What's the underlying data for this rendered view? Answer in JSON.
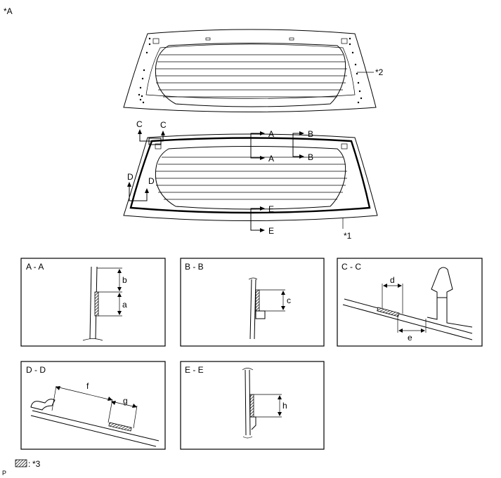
{
  "figure_label": "*A",
  "footer_code": "P",
  "callouts": {
    "c1": "*1",
    "c2": "*2",
    "c3": "*3"
  },
  "legend": {
    "separator": ":"
  },
  "section_arrows": {
    "a": "A",
    "b": "B",
    "c": "C",
    "d": "D",
    "e": "E"
  },
  "panels": [
    {
      "title": "A - A",
      "dims": [
        "b",
        "a"
      ]
    },
    {
      "title": "B - B",
      "dims": [
        "c"
      ]
    },
    {
      "title": "C - C",
      "dims": [
        "d",
        "e"
      ]
    },
    {
      "title": "D - D",
      "dims": [
        "f",
        "g"
      ]
    },
    {
      "title": "E - E",
      "dims": [
        "h"
      ]
    }
  ],
  "colors": {
    "line": "#000000",
    "background": "#ffffff"
  }
}
